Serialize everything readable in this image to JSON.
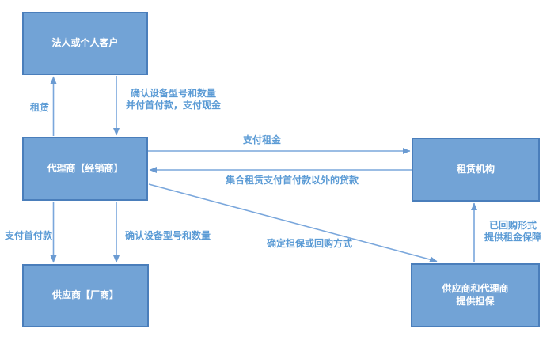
{
  "diagram": {
    "title": "financing-lease-flow",
    "colors": {
      "box_fill": "#72a3d6",
      "box_border": "#4a7ebb",
      "box_text": "#ffffff",
      "connector": "#7aa7dc",
      "label_text": "#5b9bd5",
      "background": "#ffffff"
    },
    "nodes": {
      "customer": {
        "label": "法人或个人客户"
      },
      "agent": {
        "label": "代理商【经销商】"
      },
      "supplier": {
        "label": "供应商【厂商】"
      },
      "lessor": {
        "label": "租赁机构"
      },
      "guarantor": {
        "lines": [
          "供应商和代理商",
          "提供担保"
        ]
      }
    },
    "edges": {
      "lease": {
        "label": "租赁",
        "from": "agent",
        "to": "customer"
      },
      "confirm_pay": {
        "lines": [
          "确认设备型号和数量",
          "并付首付款，支付现金"
        ],
        "from": "customer",
        "to": "agent"
      },
      "pay_rent": {
        "label": "支付租金",
        "from": "agent",
        "to": "lessor"
      },
      "loan": {
        "label": "集合租赁支付首付款以外的贷款",
        "from": "lessor",
        "to": "agent"
      },
      "pay_downpayment": {
        "label": "支付首付款",
        "from": "agent",
        "to": "supplier"
      },
      "confirm_model": {
        "label": "确认设备型号和数量",
        "from": "agent",
        "to": "supplier"
      },
      "guarantee_method": {
        "label": "确定担保或回购方式",
        "from": "agent",
        "to": "guarantor"
      },
      "repurchase": {
        "lines": [
          "已回购形式",
          "提供租金保障"
        ],
        "from": "guarantor",
        "to": "lessor"
      }
    }
  }
}
